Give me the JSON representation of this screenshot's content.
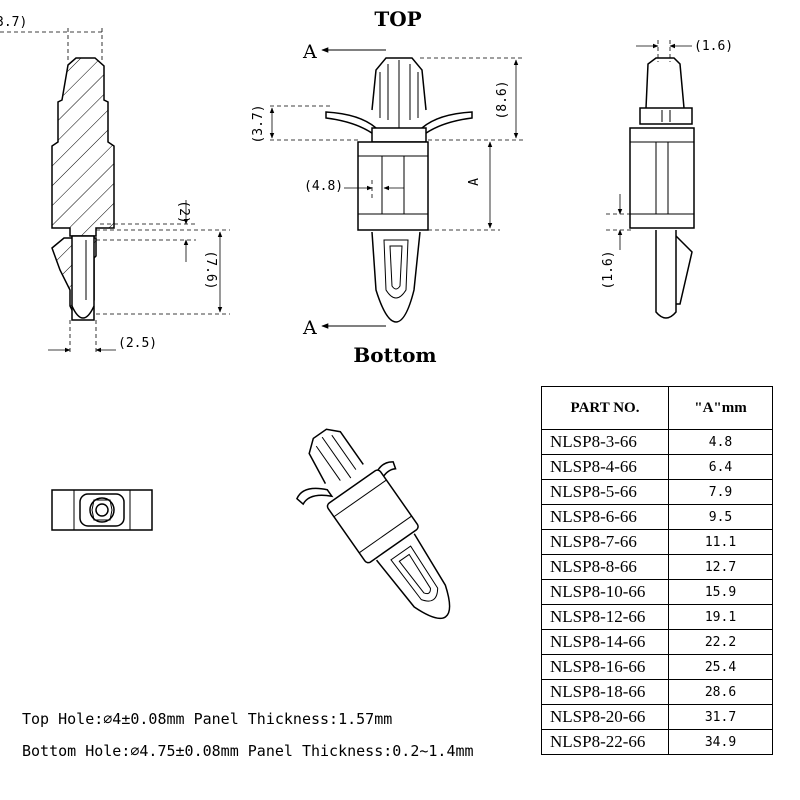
{
  "views": {
    "top_label": "TOP",
    "bottom_label": "Bottom",
    "section_letter": "A"
  },
  "dimensions": {
    "left_top": "3.7)",
    "left_2": "(2)",
    "left_76": "(7.6)",
    "left_25": "(2.5)",
    "mid_37": "(3.7)",
    "mid_86": "(8.6)",
    "mid_48": "(4.8)",
    "mid_A": "A",
    "right_16_top": "(1.6)",
    "right_16_side": "(1.6)"
  },
  "notes": {
    "top_hole": "Top Hole:⌀4±0.08mm  Panel Thickness:1.57mm",
    "bottom_hole": "Bottom Hole:⌀4.75±0.08mm  Panel Thickness:0.2~1.4mm"
  },
  "table": {
    "header_part": "PART NO.",
    "header_a": "\"A\"mm",
    "rows": [
      {
        "part": "NLSP8-3-66",
        "a": "4.8"
      },
      {
        "part": "NLSP8-4-66",
        "a": "6.4"
      },
      {
        "part": "NLSP8-5-66",
        "a": "7.9"
      },
      {
        "part": "NLSP8-6-66",
        "a": "9.5"
      },
      {
        "part": "NLSP8-7-66",
        "a": "11.1"
      },
      {
        "part": "NLSP8-8-66",
        "a": "12.7"
      },
      {
        "part": "NLSP8-10-66",
        "a": "15.9"
      },
      {
        "part": "NLSP8-12-66",
        "a": "19.1"
      },
      {
        "part": "NLSP8-14-66",
        "a": "22.2"
      },
      {
        "part": "NLSP8-16-66",
        "a": "25.4"
      },
      {
        "part": "NLSP8-18-66",
        "a": "28.6"
      },
      {
        "part": "NLSP8-20-66",
        "a": "31.7"
      },
      {
        "part": "NLSP8-22-66",
        "a": "34.9"
      }
    ]
  }
}
